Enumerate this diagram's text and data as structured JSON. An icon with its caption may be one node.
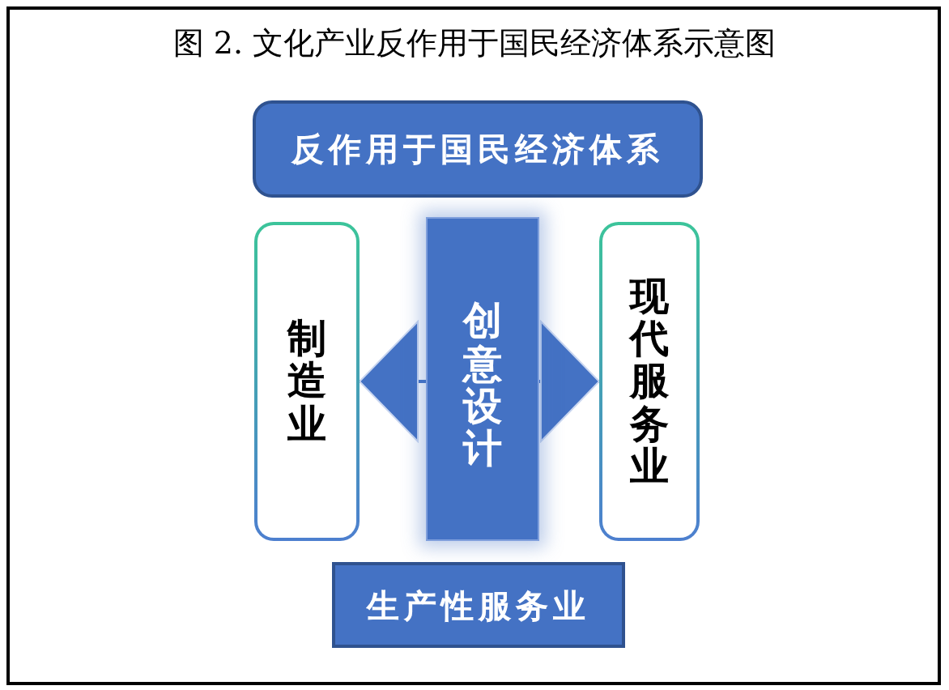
{
  "diagram": {
    "title": "图 2. 文化产业反作用于国民经济体系示意图",
    "nodes": [
      {
        "text": [
          "反作用于国民经济体系"
        ]
      },
      {
        "text": [
          "制造业"
        ]
      },
      {
        "text": [
          "创意设计"
        ]
      },
      {
        "text": [
          "现代服务业"
        ]
      },
      {
        "text": [
          "生产性服务业"
        ]
      }
    ],
    "edges": [
      {
        "from": 2,
        "to": 1,
        "arrow": "to"
      },
      {
        "from": 2,
        "to": 3,
        "arrow": "to"
      }
    ]
  }
}
